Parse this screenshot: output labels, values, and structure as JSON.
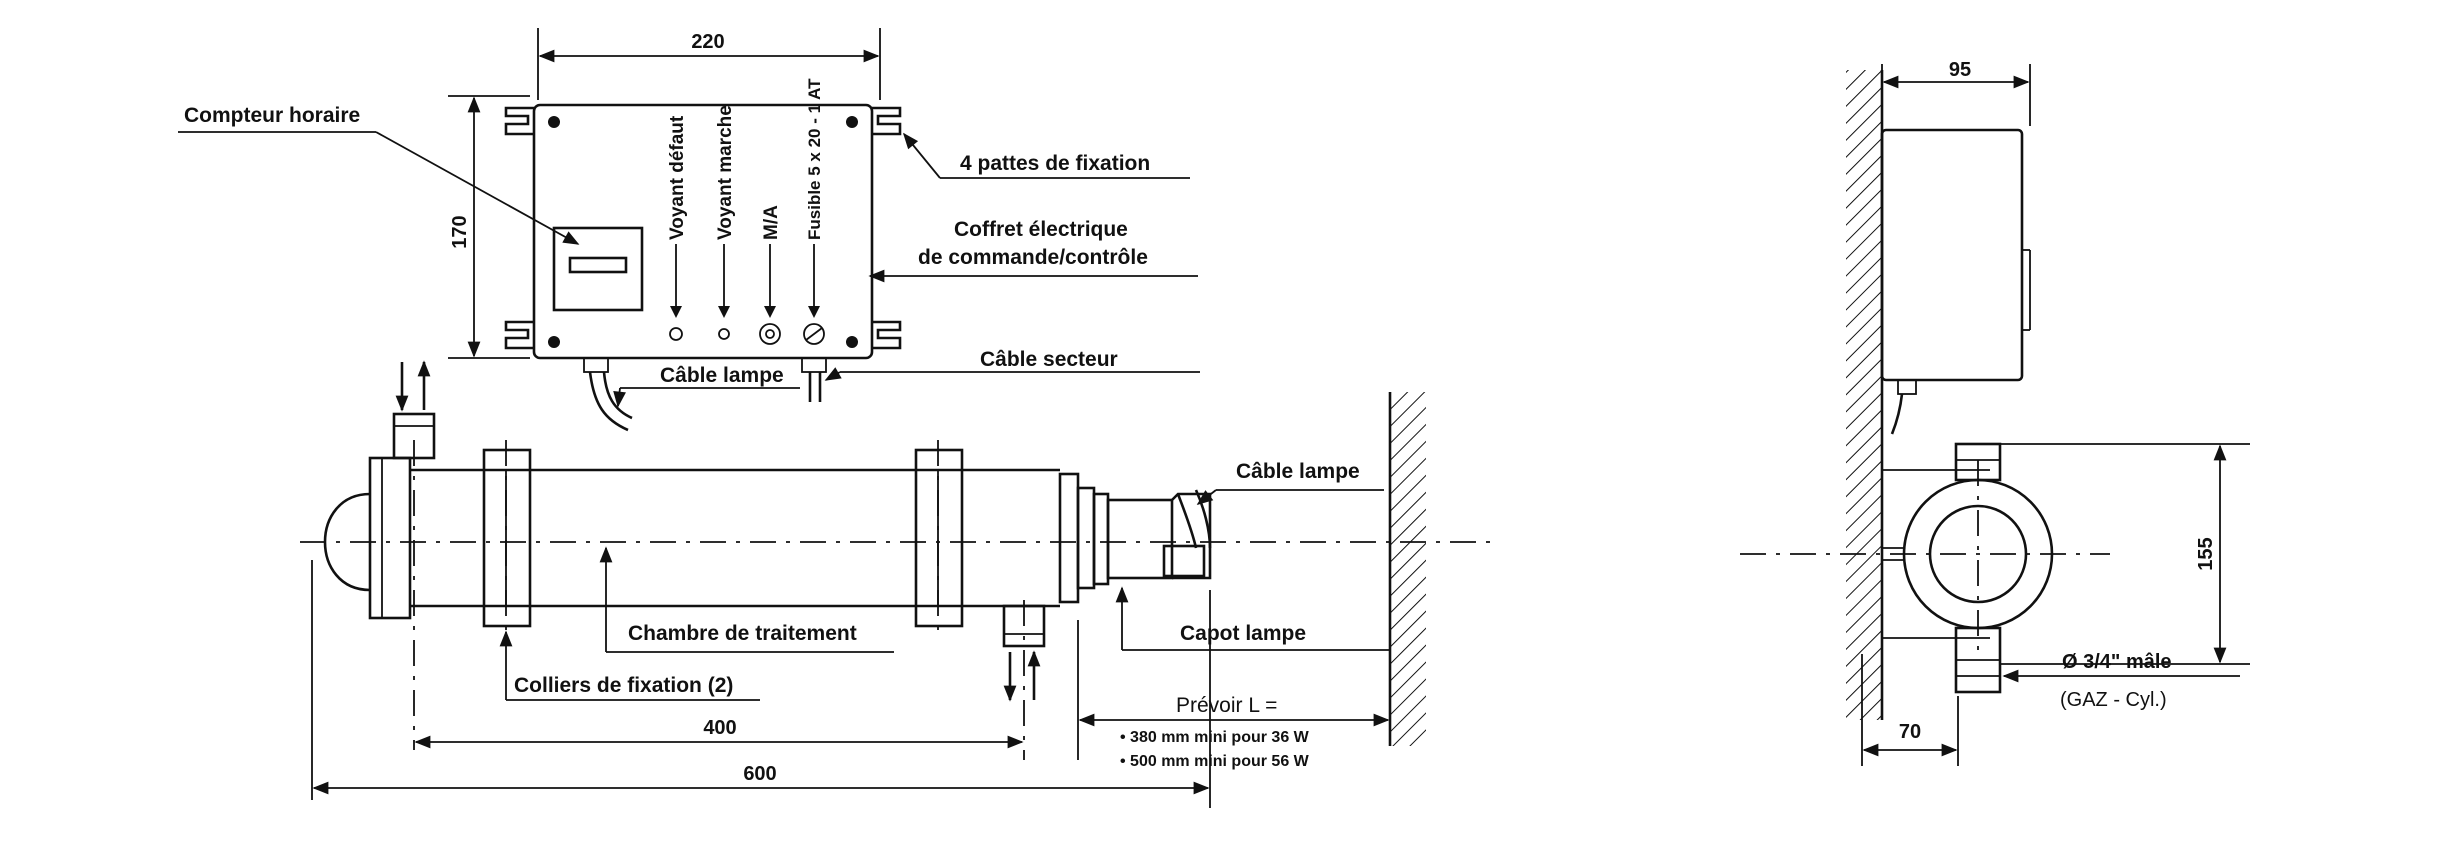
{
  "front_view": {
    "dimensions": {
      "box_width": "220",
      "box_height": "170",
      "pipe_centers": "400",
      "overall_length": "600"
    },
    "labels": {
      "hour_counter": "Compteur horaire",
      "fixing_lugs": "4 pattes de fixation",
      "cabinet_line1": "Coffret électrique",
      "cabinet_line2": "de commande/contrôle",
      "lamp_cable_box": "Câble lampe",
      "mains_cable": "Câble secteur",
      "lamp_cable_end": "Câble lampe",
      "treatment_chamber": "Chambre de traitement",
      "lamp_cover": "Capot lampe",
      "fixing_clamps": "Colliers de fixation (2)",
      "plan_length": "Prévoir L =",
      "plan_36w": "• 380 mm mini pour 36 W",
      "plan_56w": "• 500 mm mini pour 56 W"
    },
    "panel_labels": {
      "fault_light": "Voyant défaut",
      "run_light": "Voyant marche",
      "on_off": "M/A",
      "fuse": "Fusible 5 x 20 - 1 AT"
    }
  },
  "side_view": {
    "dimensions": {
      "box_depth": "95",
      "height": "155",
      "offset": "70"
    },
    "labels": {
      "connection_line1": "Ø 3/4\" mâle",
      "connection_line2": "(GAZ - Cyl.)"
    }
  }
}
